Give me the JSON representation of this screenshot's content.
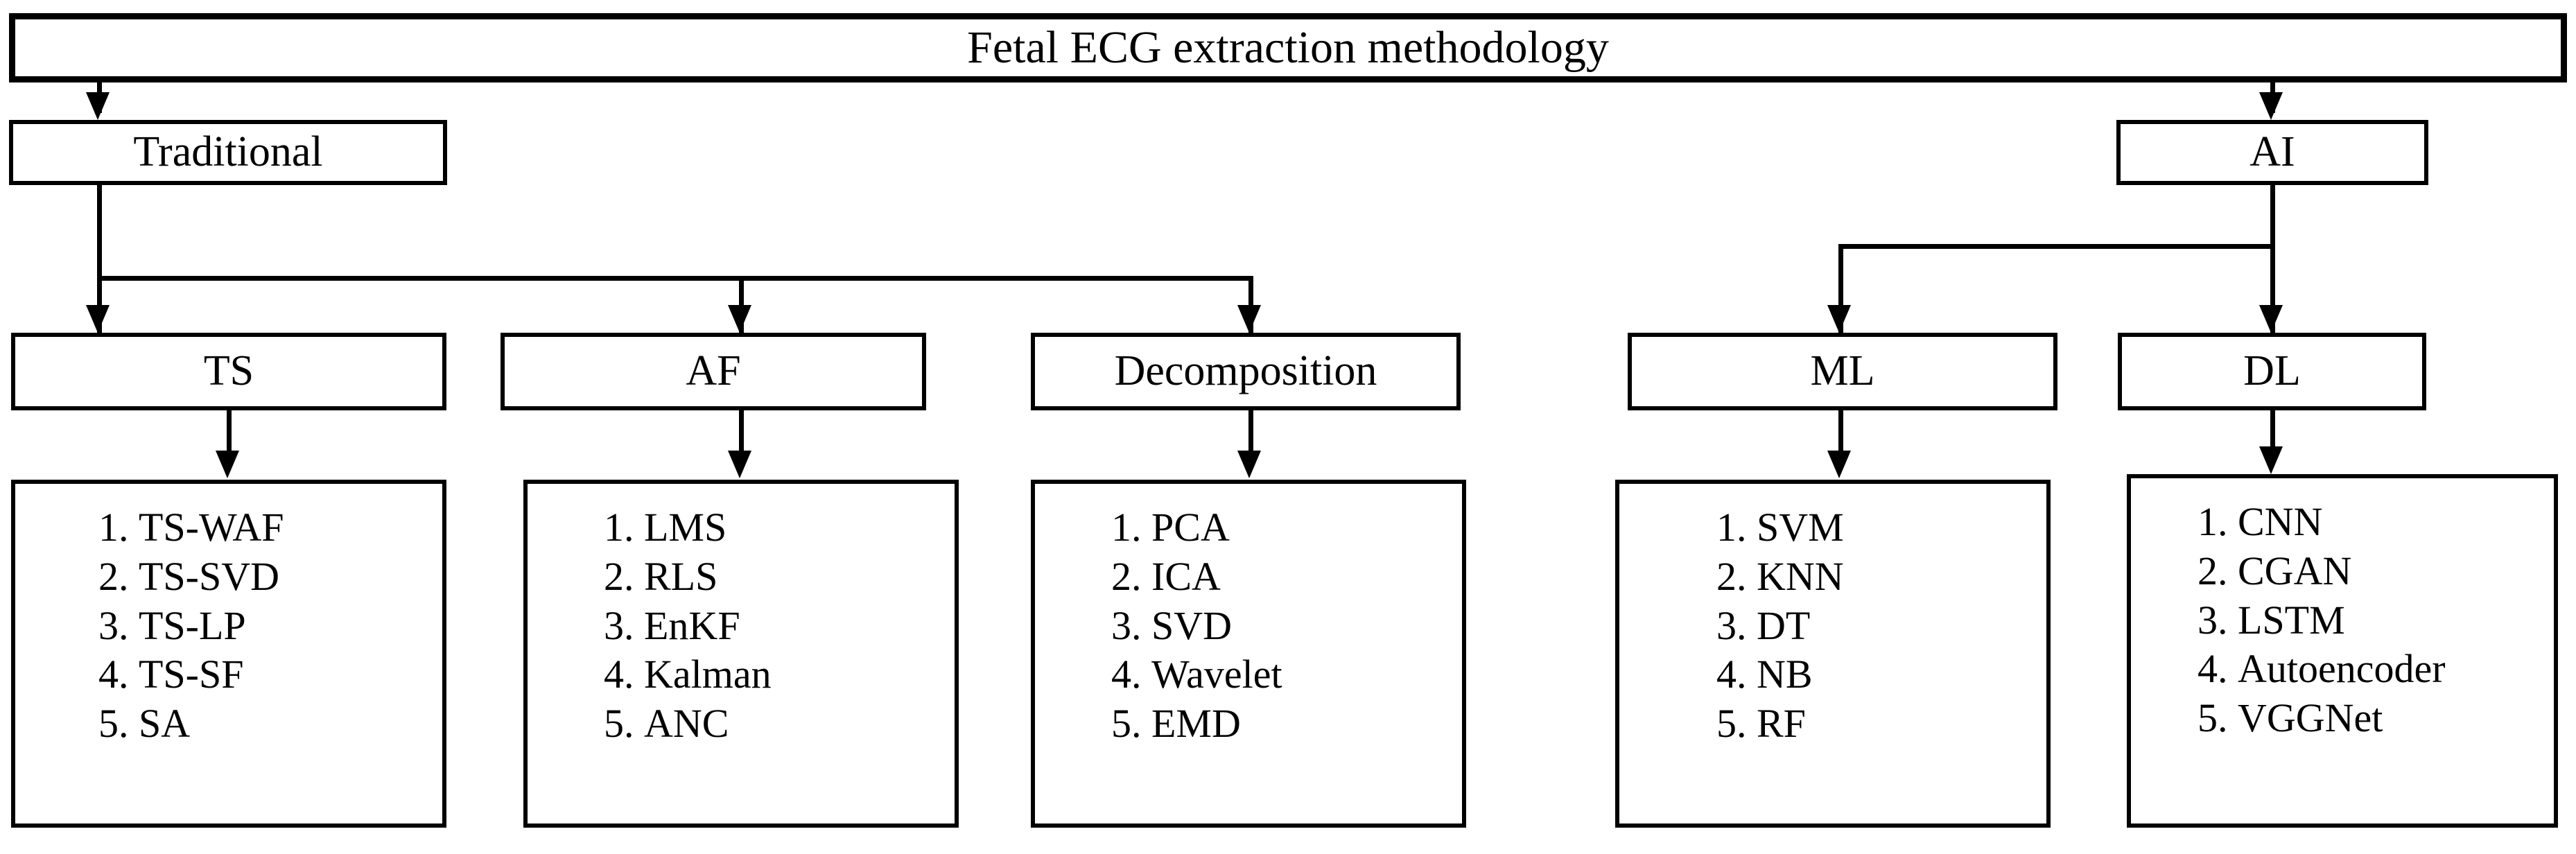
{
  "diagram": {
    "title": "Fetal ECG extraction methodology",
    "level2": {
      "traditional": "Traditional",
      "ai": "AI"
    },
    "level3": {
      "ts": "TS",
      "af": "AF",
      "decomposition": "Decomposition",
      "ml": "ML",
      "dl": "DL"
    },
    "lists": {
      "ts": [
        {
          "num": "1.",
          "text": "TS-WAF"
        },
        {
          "num": "2.",
          "text": "TS-SVD"
        },
        {
          "num": "3.",
          "text": "TS-LP"
        },
        {
          "num": "4.",
          "text": "TS-SF"
        },
        {
          "num": "5.",
          "text": "SA"
        }
      ],
      "af": [
        {
          "num": "1.",
          "text": "LMS"
        },
        {
          "num": "2.",
          "text": "RLS"
        },
        {
          "num": "3.",
          "text": "EnKF"
        },
        {
          "num": "4.",
          "text": "Kalman"
        },
        {
          "num": "5.",
          "text": "ANC"
        }
      ],
      "decomposition": [
        {
          "num": "1.",
          "text": "PCA"
        },
        {
          "num": "2.",
          "text": "ICA"
        },
        {
          "num": "3.",
          "text": "SVD"
        },
        {
          "num": "4.",
          "text": "Wavelet"
        },
        {
          "num": "5.",
          "text": "EMD"
        }
      ],
      "ml": [
        {
          "num": "1.",
          "text": "SVM"
        },
        {
          "num": "2.",
          "text": "KNN"
        },
        {
          "num": "3.",
          "text": "DT"
        },
        {
          "num": "4.",
          "text": "NB"
        },
        {
          "num": "5.",
          "text": "RF"
        }
      ],
      "dl": [
        {
          "num": "1.",
          "text": "CNN"
        },
        {
          "num": "2.",
          "text": "CGAN"
        },
        {
          "num": "3.",
          "text": "LSTM"
        },
        {
          "num": "4.",
          "text": "Autoencoder"
        },
        {
          "num": "5.",
          "text": "VGGNet"
        }
      ]
    },
    "colors": {
      "stroke": "#000000",
      "background": "#ffffff"
    }
  }
}
